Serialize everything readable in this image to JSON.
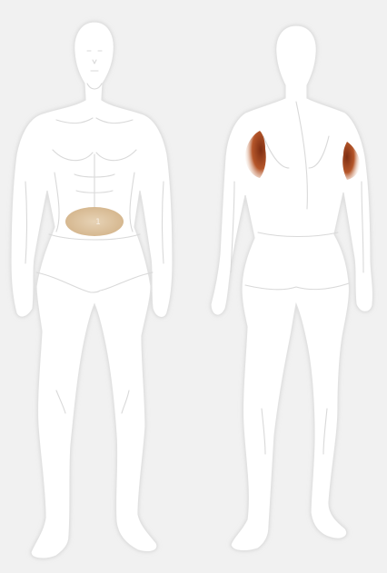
{
  "figures": [
    {
      "view": "front",
      "zones": [
        {
          "id": "abdomen",
          "label": "1",
          "color": "#d6b994"
        }
      ]
    },
    {
      "view": "back",
      "zones": [
        {
          "id": "upper-arm-right",
          "label": "",
          "color": "#a6481f"
        },
        {
          "id": "upper-arm-left",
          "label": "",
          "color": "#a6481f"
        }
      ]
    }
  ],
  "colors": {
    "background": "#f1f1f1",
    "body": "#ffffff",
    "outline": "#dcdcdc"
  }
}
